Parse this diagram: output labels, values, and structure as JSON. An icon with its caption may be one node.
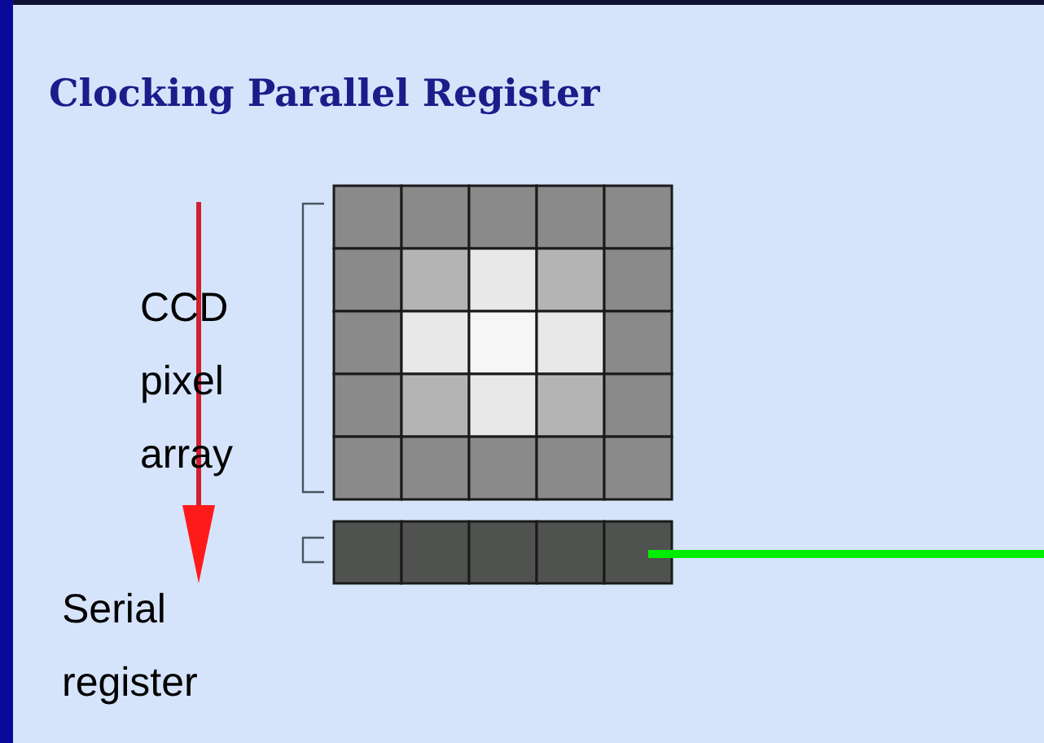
{
  "diagram": {
    "title": "Clocking Parallel Register",
    "labels": [
      "CCD pixel array",
      "Serial register"
    ]
  }
}
